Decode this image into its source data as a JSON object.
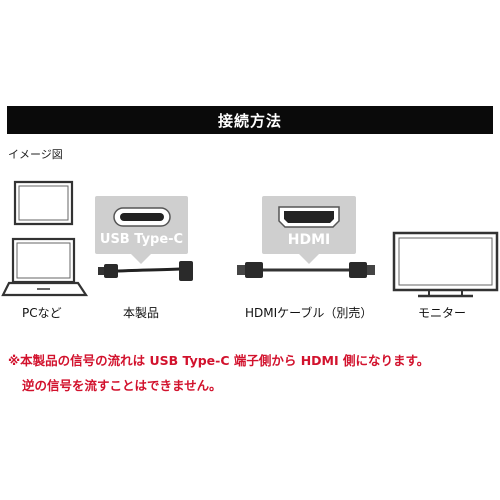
{
  "header": {
    "title": "接続方法"
  },
  "caption": "イメージ図",
  "labels": {
    "pc": "PCなど",
    "product": "本製品",
    "cable": "HDMIケーブル（別売）",
    "monitor": "モニター"
  },
  "callouts": {
    "usb": "USB Type-C",
    "hdmi": "HDMI"
  },
  "notes": {
    "line1": "※本製品の信号の流れは USB Type-C 端子側から HDMI 側になります。",
    "line2": "逆の信号を流すことはできません。"
  },
  "colors": {
    "header_bg": "#0a0a0a",
    "note_red": "#d2122d",
    "callout_gray": "#cfcfcf"
  }
}
